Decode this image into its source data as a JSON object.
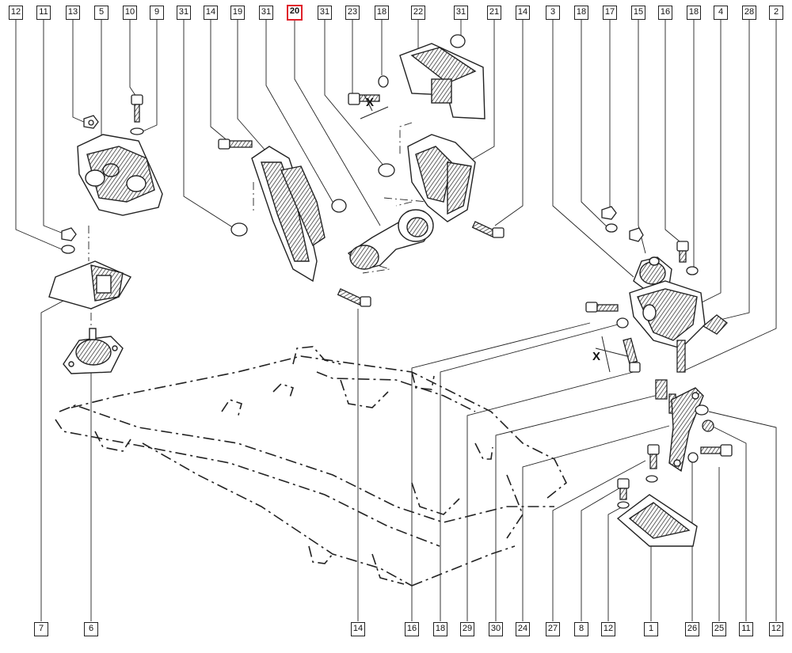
{
  "callouts_top": [
    "12",
    "11",
    "13",
    "5",
    "10",
    "9",
    "31",
    "14",
    "19",
    "31",
    "20",
    "31",
    "23",
    "18",
    "22",
    "31",
    "21",
    "14",
    "3",
    "18",
    "17",
    "15",
    "16",
    "18",
    "4",
    "28",
    "2"
  ],
  "callouts_bottom": [
    "7",
    "6",
    "14",
    "16",
    "18",
    "29",
    "30",
    "24",
    "27",
    "8",
    "12",
    "1",
    "26",
    "25",
    "11",
    "12"
  ],
  "highlighted": "20",
  "view_marks": [
    "X",
    "X"
  ],
  "colors": {
    "highlight": "#e0202a",
    "line": "#222222"
  }
}
